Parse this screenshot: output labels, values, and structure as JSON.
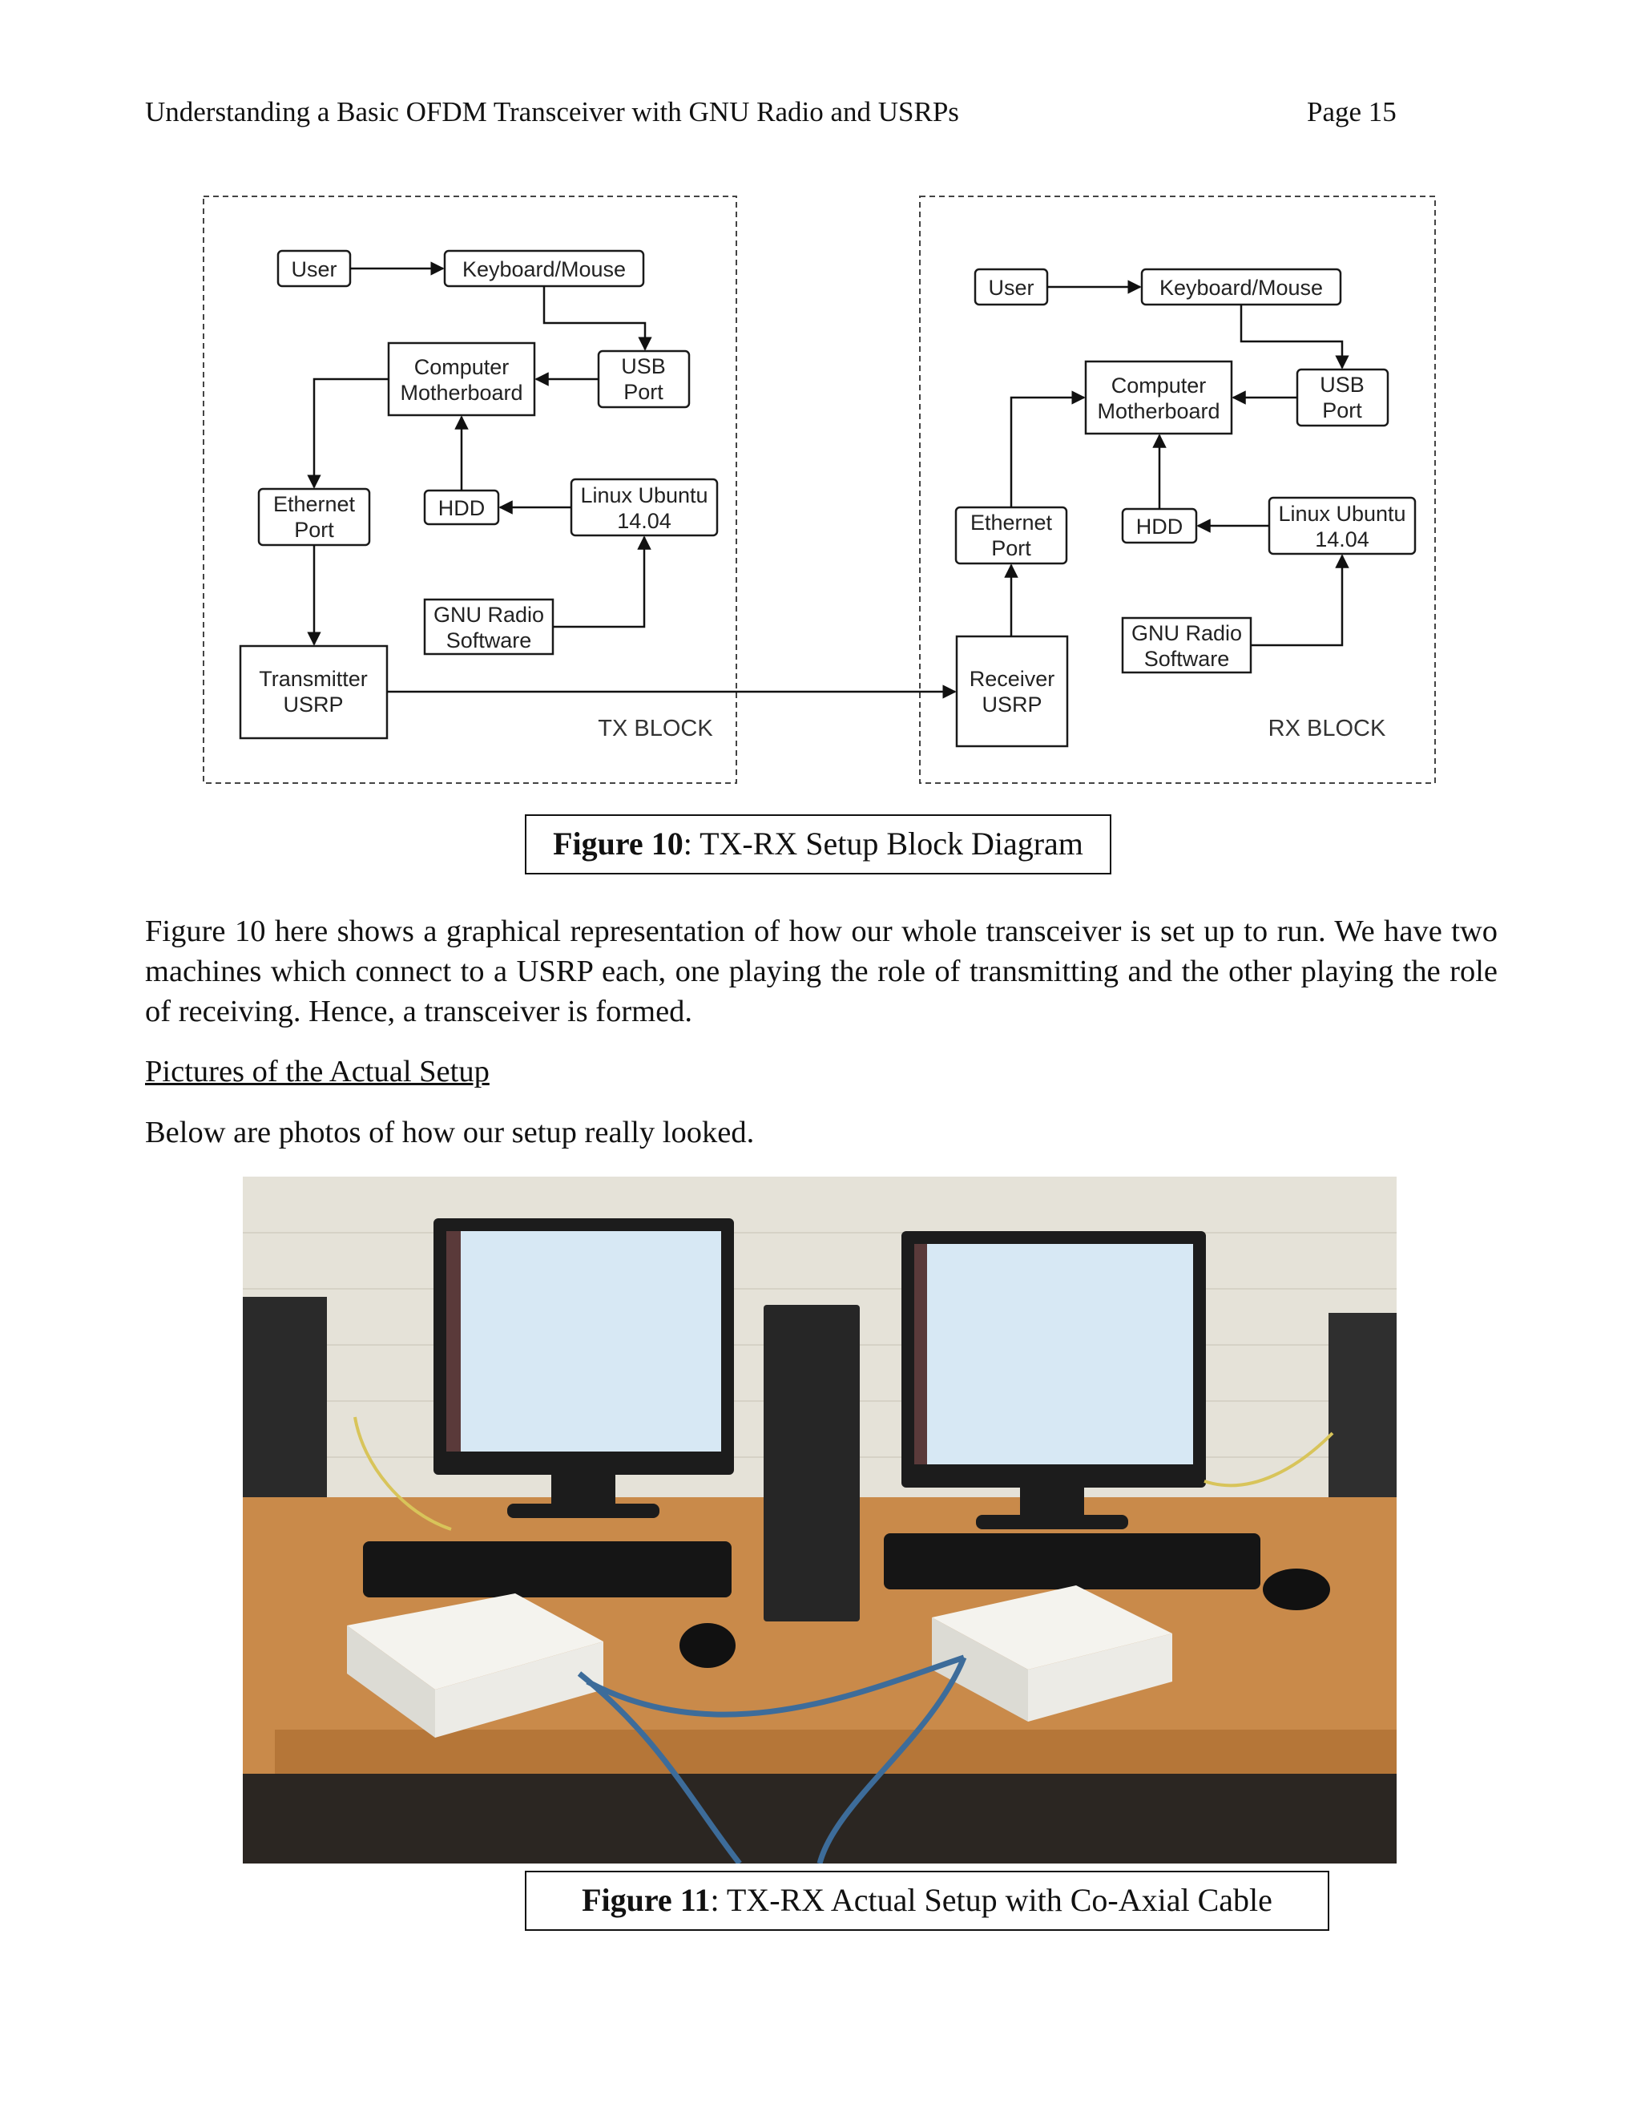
{
  "header": {
    "title": "Understanding a Basic OFDM Transceiver with GNU Radio and USRPs",
    "page": "Page 15"
  },
  "diagram": {
    "tx": {
      "block_label": "TX BLOCK",
      "user": "User",
      "keyboard": "Keyboard/Mouse",
      "computer": [
        "Computer",
        "Motherboard"
      ],
      "usb": [
        "USB",
        "Port"
      ],
      "ethernet": [
        "Ethernet",
        "Port"
      ],
      "hdd": "HDD",
      "linux": [
        "Linux Ubuntu",
        "14.04"
      ],
      "gnu": [
        "GNU Radio",
        "Software"
      ],
      "usrp": [
        "Transmitter",
        "USRP"
      ]
    },
    "rx": {
      "block_label": "RX BLOCK",
      "user": "User",
      "keyboard": "Keyboard/Mouse",
      "computer": [
        "Computer",
        "Motherboard"
      ],
      "usb": [
        "USB",
        "Port"
      ],
      "ethernet": [
        "Ethernet",
        "Port"
      ],
      "hdd": "HDD",
      "linux": [
        "Linux Ubuntu",
        "14.04"
      ],
      "gnu": [
        "GNU Radio",
        "Software"
      ],
      "usrp": [
        "Receiver",
        "USRP"
      ]
    }
  },
  "figure10": {
    "label": "Figure 10",
    "text": ": TX-RX Setup Block Diagram"
  },
  "paragraph": "Figure 10 here shows a graphical representation of how our whole transceiver is set up to run. We have two machines which connect to a USRP each, one playing the role of transmitting and the other playing the role of receiving. Hence, a transceiver is formed.",
  "section_heading": "Pictures of the Actual Setup",
  "intro": "Below are photos of how our setup really looked.",
  "figure11": {
    "label": "Figure 11",
    "text": ": TX-RX Actual Setup with Co-Axial Cable"
  },
  "colors": {
    "wall": "#e5e2d8",
    "bench": "#c98a4a",
    "monitor": "#1c1c1c",
    "screen": "#d7e8f4",
    "usrp_case": "#ecebe6",
    "cable": "#3d6c9a"
  }
}
